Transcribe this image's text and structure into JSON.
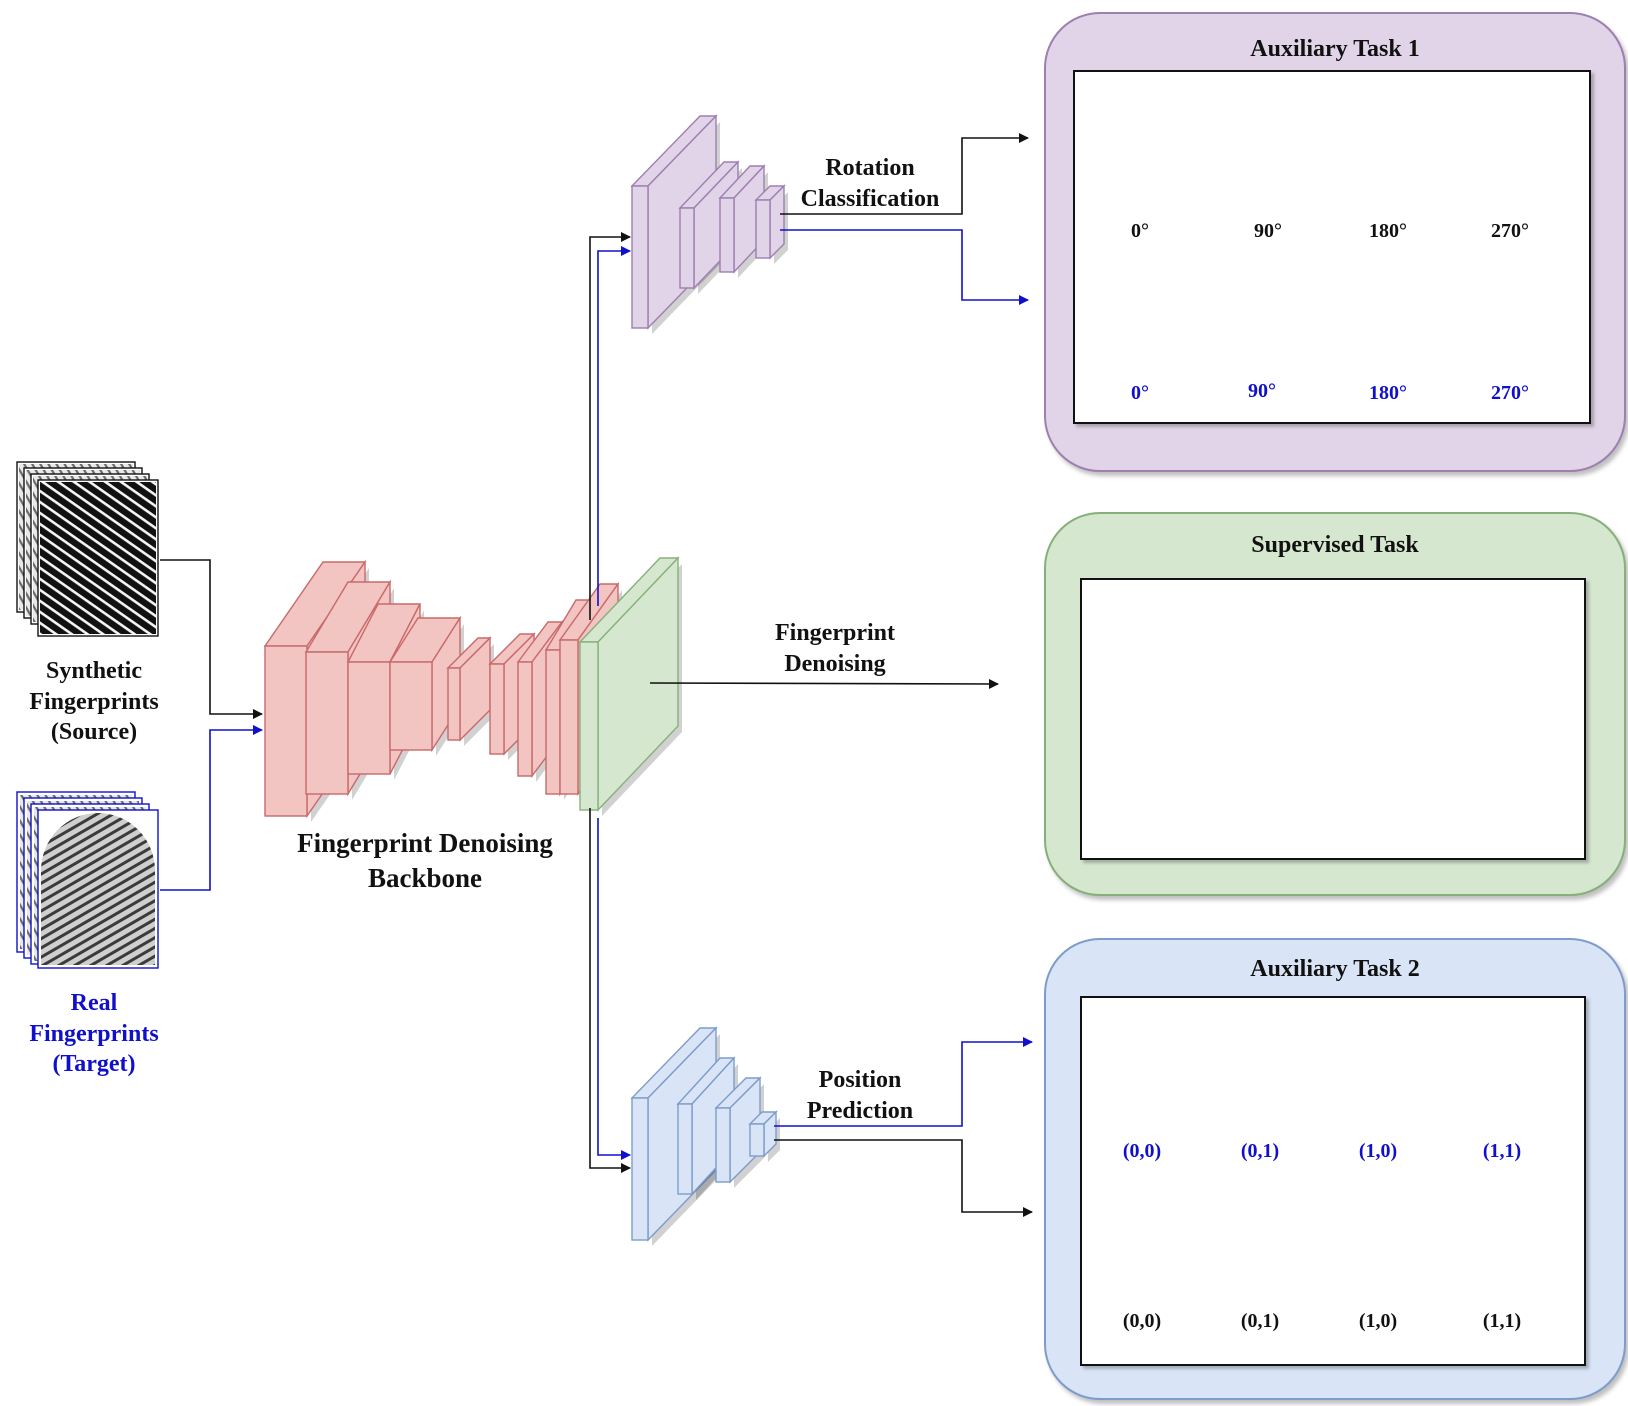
{
  "colors": {
    "backbone": "#f2c4c2",
    "backbone_edge": "#c86a6a",
    "aux1": "#e2d4e8",
    "aux1_edge": "#9d7fb0",
    "supervised": "#d6e7d0",
    "supervised_edge": "#86b07a",
    "aux2": "#d9e5f6",
    "aux2_edge": "#7d9ccb",
    "source_arrow": "#111111",
    "target_arrow": "#1010cc"
  },
  "inputs": {
    "source_label": [
      "Synthetic",
      "Fingerprints",
      "(Source)"
    ],
    "target_label": [
      "Real",
      "Fingerprints",
      "(Target)"
    ]
  },
  "backbone": {
    "label": [
      "Fingerprint Denoising",
      "Backbone"
    ]
  },
  "branches": {
    "rotation": [
      "Rotation",
      "Classification"
    ],
    "denoising": [
      "Fingerprint",
      "Denoising"
    ],
    "position": [
      "Position",
      "Prediction"
    ]
  },
  "panels": {
    "aux1": {
      "title": "Auxiliary Task 1",
      "row1_captions": [
        "0°",
        "90°",
        "180°",
        "270°"
      ],
      "row2_captions": [
        "0°",
        "90°",
        "180°",
        "270°"
      ]
    },
    "supervised": {
      "title": "Supervised Task"
    },
    "aux2": {
      "title": "Auxiliary Task 2",
      "row1_captions": [
        "(0,0)",
        "(0,1)",
        "(1,0)",
        "(1,1)"
      ],
      "row2_captions": [
        "(0,0)",
        "(0,1)",
        "(1,0)",
        "(1,1)"
      ]
    }
  }
}
